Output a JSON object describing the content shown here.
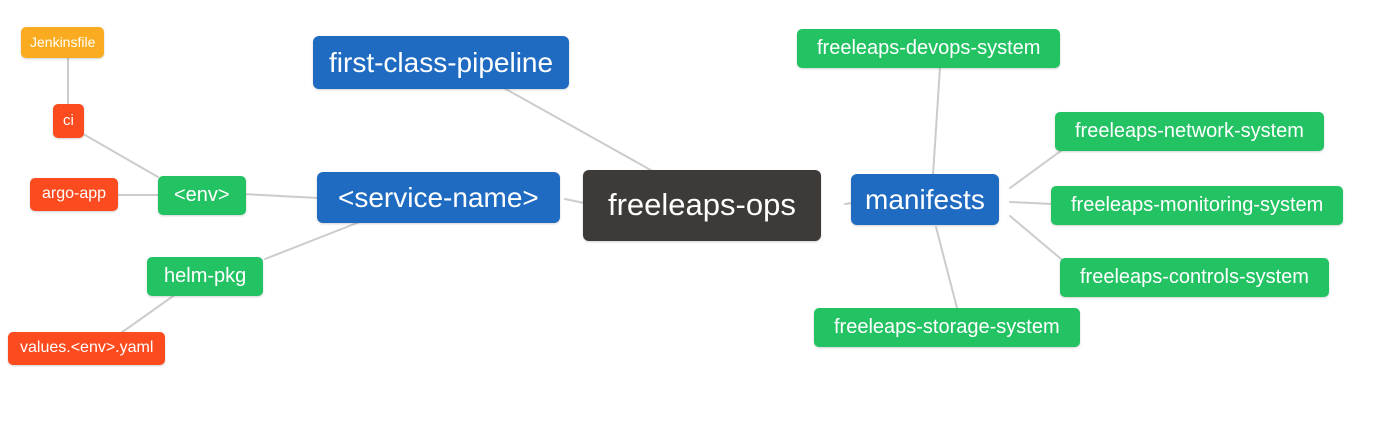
{
  "app": {
    "type": "mind-map",
    "root_label": "freeleaps-ops"
  },
  "palette": {
    "root_bg": "#3d3a38",
    "branch_blue": "#1f6bc1",
    "leaf_green": "#23c364",
    "leaf_orange_red": "#fc4b1e",
    "leaf_amber": "#fbab1f",
    "edge_gray": "#cccccc",
    "node_text": "#ffffff",
    "background": "#ffffff"
  },
  "nodes": [
    {
      "id": "freeleaps-ops",
      "label": "freeleaps-ops",
      "color": "dark",
      "level": 0
    },
    {
      "id": "first-class-pipeline",
      "label": "first-class-pipeline",
      "color": "blue",
      "level": 1
    },
    {
      "id": "service-name",
      "label": "<service-name>",
      "color": "blue",
      "level": 1
    },
    {
      "id": "manifests",
      "label": "manifests",
      "color": "blue",
      "level": 1
    },
    {
      "id": "env",
      "label": "<env>",
      "color": "green",
      "level": 2
    },
    {
      "id": "helm-pkg",
      "label": "helm-pkg",
      "color": "green",
      "level": 2
    },
    {
      "id": "ci",
      "label": "ci",
      "color": "red",
      "level": 3
    },
    {
      "id": "argo-app",
      "label": "argo-app",
      "color": "red",
      "level": 3
    },
    {
      "id": "jenkinsfile",
      "label": "Jenkinsfile",
      "color": "amber",
      "level": 4
    },
    {
      "id": "values-env-yaml",
      "label": "values.<env>.yaml",
      "color": "red",
      "level": 3
    },
    {
      "id": "freeleaps-devops-system",
      "label": "freeleaps-devops-system",
      "color": "green",
      "level": 2
    },
    {
      "id": "freeleaps-network-system",
      "label": "freeleaps-network-system",
      "color": "green",
      "level": 2
    },
    {
      "id": "freeleaps-monitoring-system",
      "label": "freeleaps-monitoring-system",
      "color": "green",
      "level": 2
    },
    {
      "id": "freeleaps-controls-system",
      "label": "freeleaps-controls-system",
      "color": "green",
      "level": 2
    },
    {
      "id": "freeleaps-storage-system",
      "label": "freeleaps-storage-system",
      "color": "green",
      "level": 2
    }
  ],
  "edges": [
    {
      "from": "jenkinsfile",
      "to": "ci"
    },
    {
      "from": "ci",
      "to": "env"
    },
    {
      "from": "argo-app",
      "to": "env"
    },
    {
      "from": "env",
      "to": "service-name"
    },
    {
      "from": "service-name",
      "to": "helm-pkg"
    },
    {
      "from": "helm-pkg",
      "to": "values-env-yaml"
    },
    {
      "from": "first-class-pipeline",
      "to": "freeleaps-ops"
    },
    {
      "from": "service-name",
      "to": "freeleaps-ops"
    },
    {
      "from": "freeleaps-ops",
      "to": "manifests"
    },
    {
      "from": "manifests",
      "to": "freeleaps-devops-system"
    },
    {
      "from": "manifests",
      "to": "freeleaps-network-system"
    },
    {
      "from": "manifests",
      "to": "freeleaps-monitoring-system"
    },
    {
      "from": "manifests",
      "to": "freeleaps-controls-system"
    },
    {
      "from": "manifests",
      "to": "freeleaps-storage-system"
    }
  ]
}
